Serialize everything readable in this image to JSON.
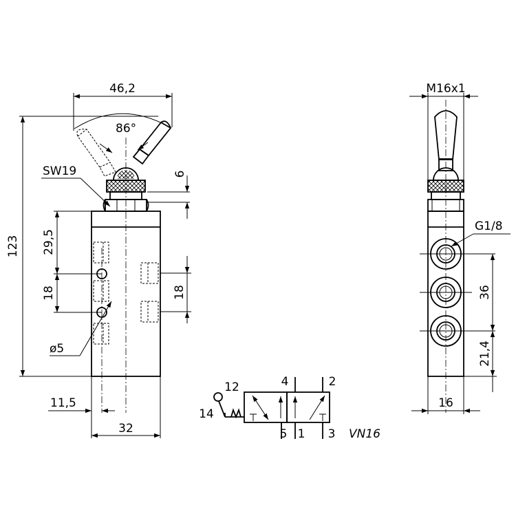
{
  "dimensions": {
    "lever_width": "46,2",
    "lever_angle": "86°",
    "nut_size": "SW19",
    "nut_height": "6",
    "total_height": "123",
    "port_top_offset": "29,5",
    "port_spacing_left": "18",
    "port_spacing_right": "18",
    "mount_hole": "ø5",
    "hole_offset": "11,5",
    "body_width": "32",
    "thread": "M16x1",
    "port_thread": "G1/8",
    "port_pitch": "36",
    "port_bottom_offset": "21,4",
    "side_width": "16"
  },
  "symbol": {
    "port_12": "12",
    "port_14": "14",
    "port_4": "4",
    "port_2": "2",
    "port_5": "5",
    "port_1": "1",
    "port_3": "3"
  },
  "model": "VN16"
}
